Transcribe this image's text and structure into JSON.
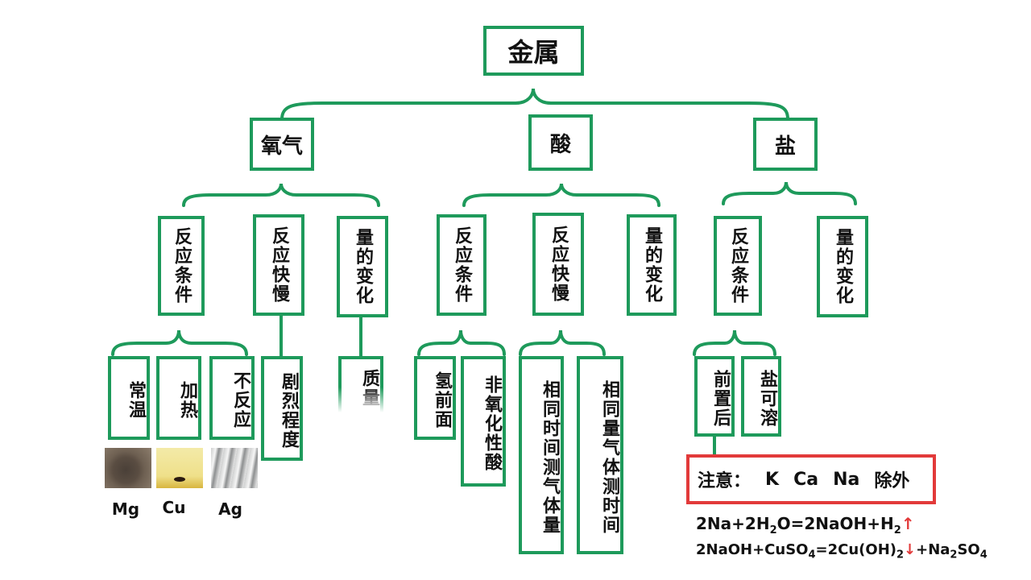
{
  "root": "金属",
  "level1": {
    "oxygen": "氧气",
    "acid": "酸",
    "salt": "盐"
  },
  "oxygen": {
    "cond": "反应条件",
    "speed": "反应快慢",
    "amount": "量的变化",
    "cond_children": [
      "常温",
      "加热",
      "不反应"
    ],
    "speed_child": "剧烈程度",
    "amount_child": "质量",
    "metals": [
      "Mg",
      "Cu",
      "Ag"
    ]
  },
  "acid": {
    "cond": "反应条件",
    "speed": "反应快慢",
    "amount": "量的变化",
    "cond_children": [
      "氢前面",
      "非氧化性酸"
    ],
    "speed_children": [
      "相同时间测气体量",
      "相同量气体测时间"
    ]
  },
  "salt": {
    "cond": "反应条件",
    "amount": "量的变化",
    "cond_children": [
      "前置后",
      "盐可溶"
    ]
  },
  "note": {
    "label": "注意：",
    "items": [
      "K",
      "Ca",
      "Na"
    ],
    "suffix": "除外"
  },
  "equations": {
    "eq1": {
      "a": "2Na+2H",
      "s1": "2",
      "b": "O=2NaOH+H",
      "s2": "2",
      "arrow": "↑"
    },
    "eq2": {
      "a": "2NaOH+CuSO",
      "s1": "4",
      "b": "=2Cu(OH)",
      "s2": "2",
      "arrow": "↓",
      "c": "+Na",
      "s3": "2",
      "d": "SO",
      "s4": "4"
    }
  },
  "colors": {
    "green": "#1e9a5b",
    "red": "#e23a3a"
  }
}
